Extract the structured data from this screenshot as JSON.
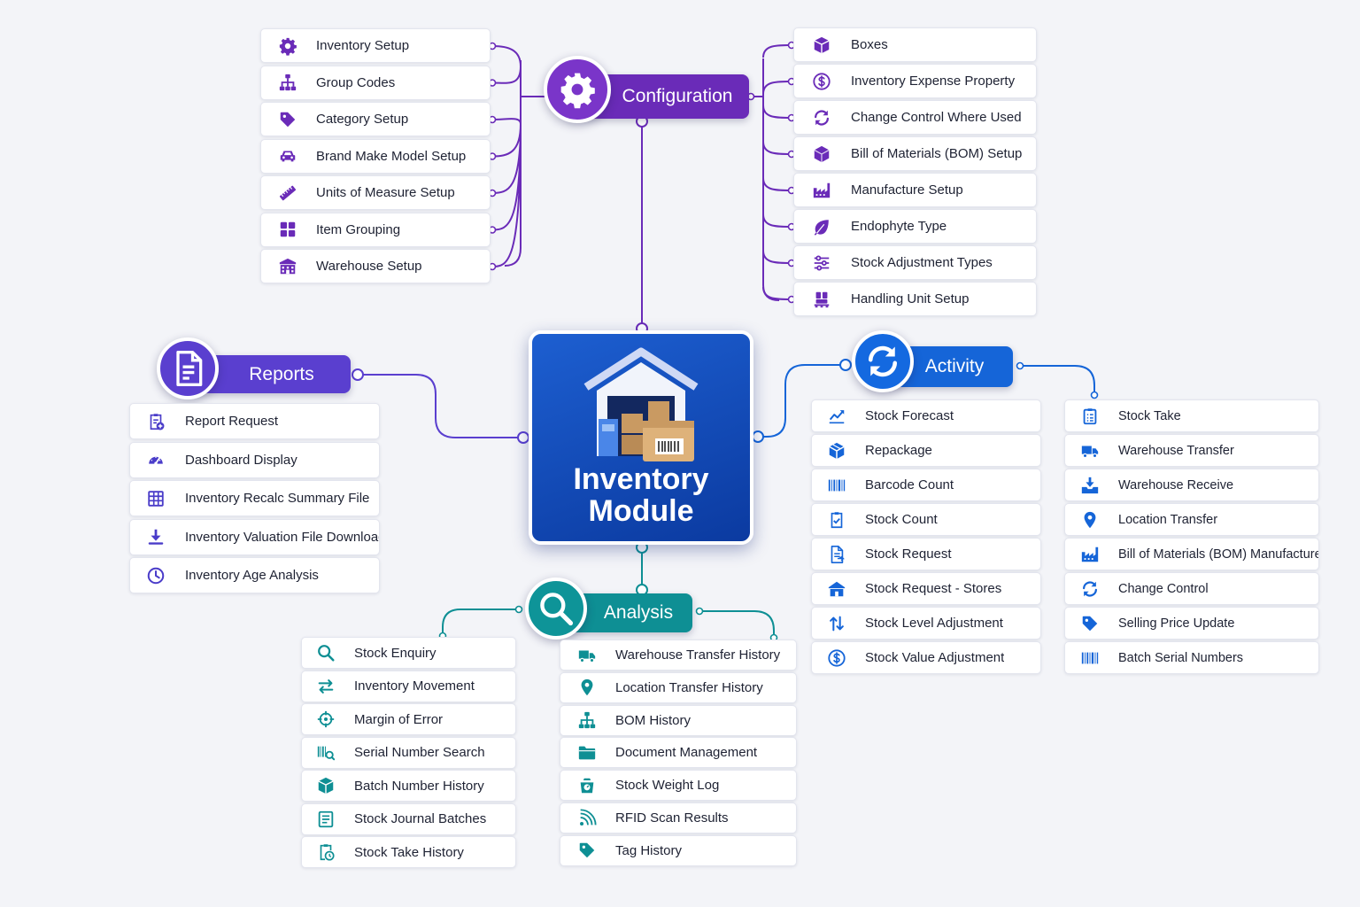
{
  "center": {
    "title_line1": "Inventory",
    "title_line2": "Module"
  },
  "colors": {
    "config": "#6a2bb8",
    "reports": "#5a3fcf",
    "activity": "#1565d8",
    "analysis": "#0e8f94",
    "center": "#0d47b8"
  },
  "configuration": {
    "label": "Configuration",
    "icon": "gear-icon",
    "left_items": [
      {
        "label": "Inventory Setup",
        "icon": "gear-icon"
      },
      {
        "label": "Group Codes",
        "icon": "hierarchy-icon"
      },
      {
        "label": "Category Setup",
        "icon": "tag-icon"
      },
      {
        "label": "Brand Make Model Setup",
        "icon": "car-icon"
      },
      {
        "label": "Units of Measure Setup",
        "icon": "ruler-icon"
      },
      {
        "label": "Item Grouping",
        "icon": "grid-icon"
      },
      {
        "label": "Warehouse Setup",
        "icon": "building-icon"
      }
    ],
    "right_items": [
      {
        "label": "Boxes",
        "icon": "box-icon"
      },
      {
        "label": "Inventory Expense Property",
        "icon": "dollar-icon"
      },
      {
        "label": "Change Control Where Used",
        "icon": "refresh-icon"
      },
      {
        "label": "Bill of Materials (BOM) Setup",
        "icon": "cube-icon"
      },
      {
        "label": "Manufacture Setup",
        "icon": "factory-icon"
      },
      {
        "label": "Endophyte Type",
        "icon": "leaf-icon"
      },
      {
        "label": "Stock Adjustment Types",
        "icon": "sliders-icon"
      },
      {
        "label": "Handling Unit Setup",
        "icon": "pallet-icon"
      }
    ]
  },
  "reports": {
    "label": "Reports",
    "icon": "report-icon",
    "items": [
      {
        "label": "Report Request",
        "icon": "clipboard-plus-icon"
      },
      {
        "label": "Dashboard Display",
        "icon": "gauge-icon"
      },
      {
        "label": "Inventory Recalc Summary File",
        "icon": "table-icon"
      },
      {
        "label": "Inventory Valuation File Download",
        "icon": "download-icon"
      },
      {
        "label": "Inventory Age Analysis",
        "icon": "clock-icon"
      }
    ]
  },
  "activity": {
    "label": "Activity",
    "icon": "refresh-icon",
    "left_items": [
      {
        "label": "Stock Forecast",
        "icon": "trend-icon"
      },
      {
        "label": "Repackage",
        "icon": "repackage-icon"
      },
      {
        "label": "Barcode Count",
        "icon": "barcode-icon"
      },
      {
        "label": "Stock Count",
        "icon": "clipboard-check-icon"
      },
      {
        "label": "Stock Request",
        "icon": "document-icon"
      },
      {
        "label": "Stock Request - Stores",
        "icon": "store-icon"
      },
      {
        "label": "Stock Level Adjustment",
        "icon": "up-down-arrows-icon"
      },
      {
        "label": "Stock Value Adjustment",
        "icon": "dollar-icon"
      }
    ],
    "right_items": [
      {
        "label": "Stock Take",
        "icon": "clipboard-list-icon"
      },
      {
        "label": "Warehouse Transfer",
        "icon": "truck-icon"
      },
      {
        "label": "Warehouse Receive",
        "icon": "inbox-download-icon"
      },
      {
        "label": "Location Transfer",
        "icon": "pin-icon"
      },
      {
        "label": "Bill of Materials (BOM) Manufacture",
        "icon": "factory-icon"
      },
      {
        "label": "Change Control",
        "icon": "refresh-icon"
      },
      {
        "label": "Selling Price Update",
        "icon": "tag-icon"
      },
      {
        "label": "Batch Serial Numbers",
        "icon": "barcode-icon"
      }
    ]
  },
  "analysis": {
    "label": "Analysis",
    "icon": "search-icon",
    "left_items": [
      {
        "label": "Stock Enquiry",
        "icon": "search-icon"
      },
      {
        "label": "Inventory Movement",
        "icon": "swap-icon"
      },
      {
        "label": "Margin of Error",
        "icon": "crosshair-icon"
      },
      {
        "label": "Serial Number Search",
        "icon": "barcode-search-icon"
      },
      {
        "label": "Batch Number History",
        "icon": "box-icon"
      },
      {
        "label": "Stock Journal Batches",
        "icon": "list-doc-icon"
      },
      {
        "label": "Stock Take History",
        "icon": "clipboard-clock-icon"
      }
    ],
    "right_items": [
      {
        "label": "Warehouse Transfer History",
        "icon": "truck-icon"
      },
      {
        "label": "Location Transfer History",
        "icon": "pin-icon"
      },
      {
        "label": "BOM History",
        "icon": "hierarchy-icon"
      },
      {
        "label": "Document Management",
        "icon": "folder-icon"
      },
      {
        "label": "Stock Weight Log",
        "icon": "scale-icon"
      },
      {
        "label": "RFID Scan Results",
        "icon": "rfid-icon"
      },
      {
        "label": "Tag History",
        "icon": "tag-icon"
      }
    ]
  }
}
